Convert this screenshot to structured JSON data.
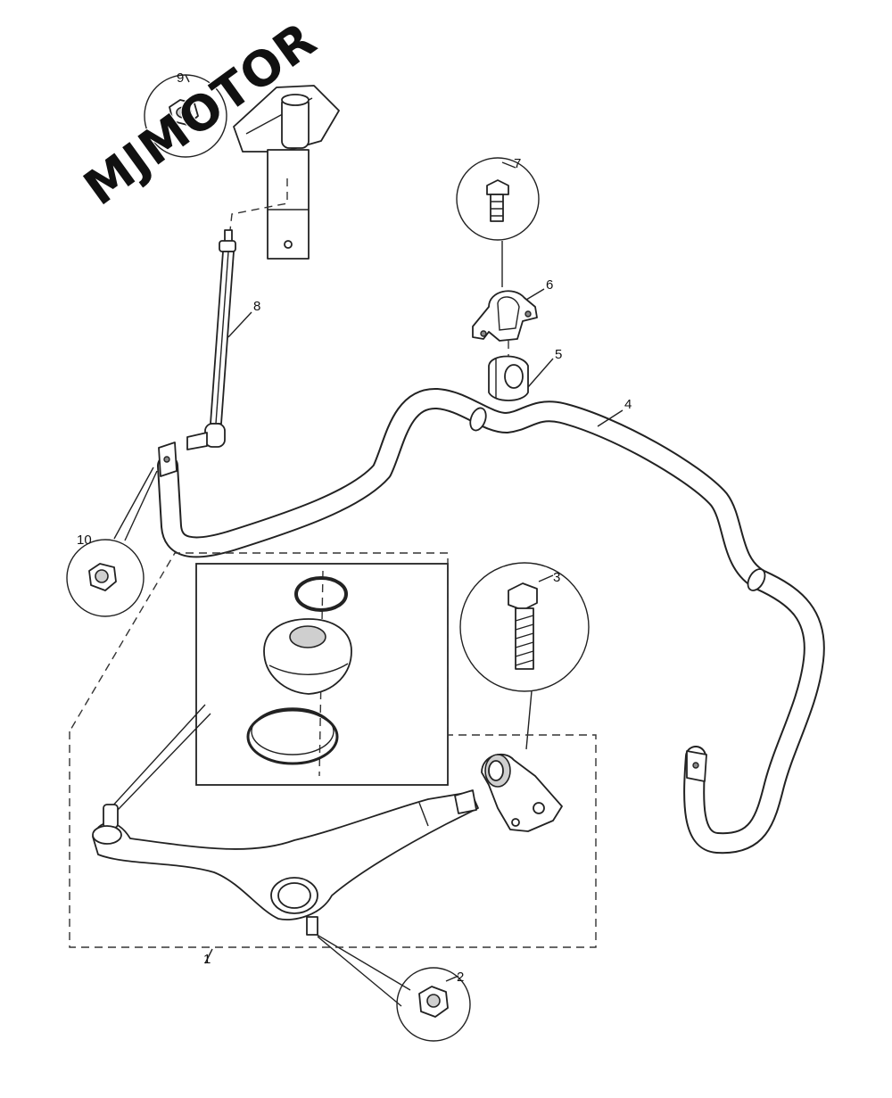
{
  "watermark": {
    "text": "MJMOTOR"
  },
  "callouts": [
    {
      "id": "1",
      "label": "1"
    },
    {
      "id": "2",
      "label": "2"
    },
    {
      "id": "3",
      "label": "3"
    },
    {
      "id": "4",
      "label": "4"
    },
    {
      "id": "5",
      "label": "5"
    },
    {
      "id": "6",
      "label": "6"
    },
    {
      "id": "7",
      "label": "7"
    },
    {
      "id": "8",
      "label": "8"
    },
    {
      "id": "9",
      "label": "9"
    },
    {
      "id": "10",
      "label": "10"
    }
  ],
  "colors": {
    "line": "#222222",
    "background": "#ffffff",
    "shade": "#cfcfcf"
  }
}
